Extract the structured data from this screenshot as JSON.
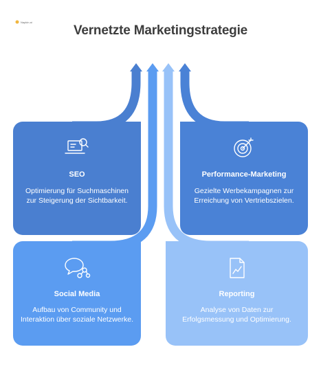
{
  "logo": {
    "text": "Napkin.ai"
  },
  "title": "Vernetzte Marketingstrategie",
  "cards": [
    {
      "icon": "laptop-search-icon",
      "title": "SEO",
      "description": "Optimierung für Suchmaschinen zur Steigerung der Sichtbarkeit.",
      "color": "#4a7fd0"
    },
    {
      "icon": "target-arrow-icon",
      "title": "Performance-Marketing",
      "description": "Gezielte Werbekampagnen zur Erreichung von Vertriebszielen.",
      "color": "#4a82d6"
    },
    {
      "icon": "chat-network-icon",
      "title": "Social Media",
      "description": "Aufbau von Community und Interaktion über soziale Netzwerke.",
      "color": "#5b9cf1"
    },
    {
      "icon": "line-chart-document-icon",
      "title": "Reporting",
      "description": "Analyse von Daten zur Erfolgsmessung und Optimierung.",
      "color": "#98c2f8"
    }
  ]
}
